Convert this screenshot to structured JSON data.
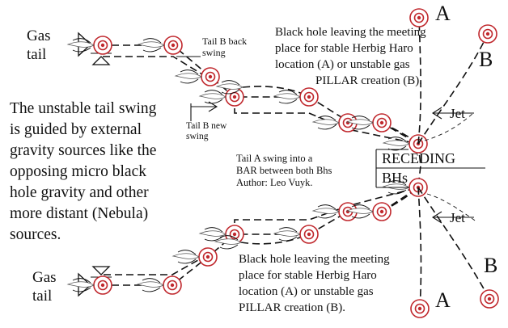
{
  "labels": {
    "gas_tail_top": [
      "Gas",
      "tail"
    ],
    "gas_tail_bottom": [
      "Gas",
      "tail"
    ],
    "tail_b_back": [
      "Tail B back",
      "swing"
    ],
    "tail_b_new": [
      "Tail B new",
      "swing"
    ],
    "main_text": [
      "The unstable tail swing",
      "is guided by external",
      "gravity sources like the",
      "opposing micro black",
      "hole gravity and other",
      "more distant (Nebula)",
      "sources."
    ],
    "top_right_text": [
      "Black hole leaving the meeting",
      "place for stable Herbig Haro",
      "location (A) or unstable gas",
      "PILLAR creation (B)."
    ],
    "bottom_text": [
      "Black hole leaving the meeting",
      "place for stable Herbig Haro",
      "location (A) or unstable gas",
      "PILLAR creation (B)."
    ],
    "center_note": [
      "Tail A swing into a",
      "BAR between both Bhs",
      "Author: Leo Vuyk."
    ],
    "receding": [
      "RECEDING",
      "BHs"
    ],
    "jet_top": "Jet",
    "jet_bottom": "Jet",
    "letter_a_top": "A",
    "letter_b_top": "B",
    "letter_a_bottom": "A",
    "letter_b_bottom": "B"
  }
}
